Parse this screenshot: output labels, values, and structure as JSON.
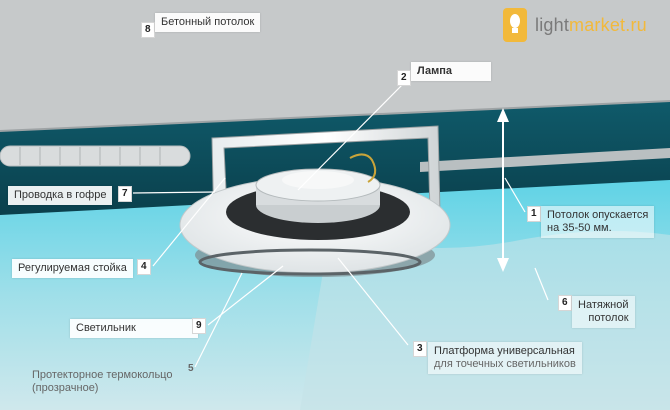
{
  "logo": {
    "part1": "light",
    "part2": "market.ru"
  },
  "labels": {
    "l8": {
      "num": "8",
      "text": "Бетонный потолок"
    },
    "l2": {
      "num": "2",
      "text": "Лампа"
    },
    "l7": {
      "num": "7",
      "text": "Проводка в гофре"
    },
    "l1": {
      "num": "1",
      "line1": "Потолок опускается",
      "line2": "на 35-50 мм."
    },
    "l4": {
      "num": "4",
      "text": "Регулируемая стойка"
    },
    "l6": {
      "num": "6",
      "line1": "Натяжной",
      "line2": "потолок"
    },
    "l9": {
      "num": "9",
      "text": "Светильник"
    },
    "l3": {
      "num": "3",
      "line1": "Платформа универсальная",
      "line2": "для точечных светильников"
    },
    "l5": {
      "num": "5",
      "line1": "Протекторное термокольцо",
      "line2": "(прозрачное)"
    }
  },
  "colors": {
    "concrete": "#c4c7c8",
    "ceiling_blue": "#2fb3c9",
    "accent": "#f2b93b"
  }
}
